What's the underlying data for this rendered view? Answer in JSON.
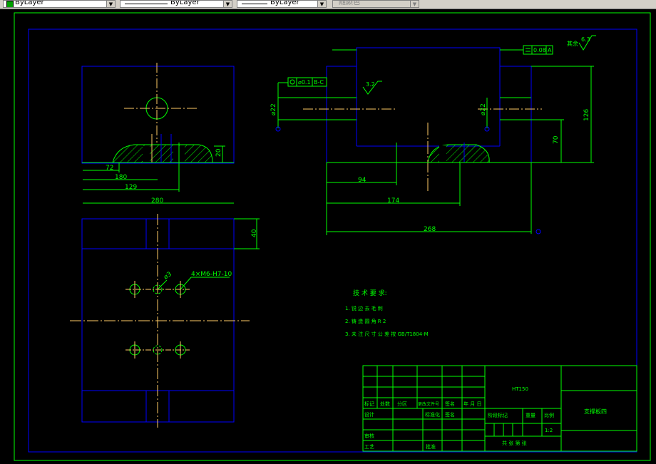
{
  "toolbar": {
    "color_value": "ByLayer",
    "linetype_value": "ByLayer",
    "lineweight_value": "ByLayer",
    "plotstyle_value": "随颜色"
  },
  "colors": {
    "canvas": "#000000",
    "border": "#0000ff",
    "dimension": "#00ff00",
    "outline": "#0000ff",
    "centerline": "#ffcc66",
    "text": "#00ff00"
  },
  "drawing": {
    "dims": {
      "d72": "72",
      "d180": "180",
      "d129": "129",
      "d280": "280",
      "d20": "20",
      "d40": "40",
      "d94": "94",
      "d174": "174",
      "d268": "268",
      "d70": "70",
      "d126": "126",
      "dia22a": "⌀22",
      "dia22b": "⌀22",
      "phi3": "⌀3",
      "holes": "4×M6-H7-10",
      "rough_center": "3.2",
      "rough_corner": "6.3",
      "rough_corner_label": "其余",
      "tol_flat": "0.08",
      "tol_flat_datum": "A",
      "tol_pos": "⌀0.1",
      "tol_pos_datum": "B-C"
    },
    "notes": {
      "title": "技 术 要 求:",
      "line1": "1. 锐 边 去 毛 刺",
      "line2": "2. 铸 造 圆 角 R 2",
      "line3": "3. 未 注 尺 寸 公 差 按 GB/T1804-M"
    },
    "title_block": {
      "material": "HT150",
      "part_name": "支撑板四",
      "row_labels": [
        "标记",
        "处数",
        "分区",
        "更改文件号",
        "签名",
        "年 月 日"
      ],
      "design": "设计",
      "standardize": "标准化",
      "sign": "签名",
      "stage": "阶段标记",
      "weight": "重量",
      "scale_label": "比例",
      "scale_value": "1:2",
      "review": "审核",
      "process": "工艺",
      "approve": "批准",
      "sheets": "共  张  第  张"
    }
  }
}
